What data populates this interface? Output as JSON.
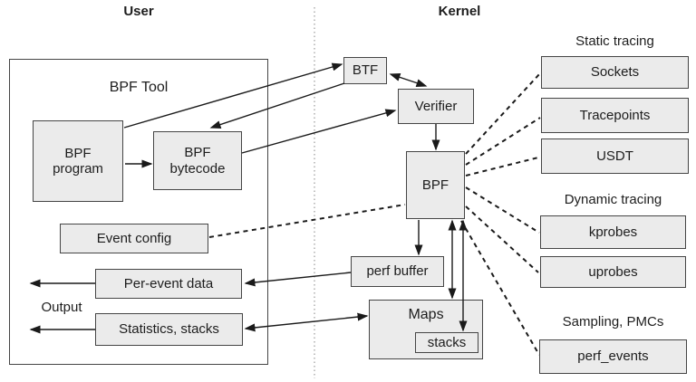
{
  "diagram": {
    "regions": {
      "user_title": "User",
      "kernel_title": "Kernel"
    },
    "user_side": {
      "bpf_tool": "BPF Tool",
      "bpf_program": "BPF program",
      "bpf_bytecode": "BPF bytecode",
      "event_config": "Event config",
      "per_event_data": "Per-event data",
      "output_label": "Output",
      "statistics_stacks": "Statistics, stacks"
    },
    "kernel_side": {
      "btf": "BTF",
      "verifier": "Verifier",
      "bpf": "BPF",
      "perf_buffer": "perf buffer",
      "maps": "Maps",
      "stacks": "stacks"
    },
    "event_sources": {
      "static_tracing_header": "Static tracing",
      "sockets": "Sockets",
      "tracepoints": "Tracepoints",
      "usdt": "USDT",
      "dynamic_tracing_header": "Dynamic tracing",
      "kprobes": "kprobes",
      "uprobes": "uprobes",
      "sampling_header": "Sampling, PMCs",
      "perf_events": "perf_events"
    },
    "colors": {
      "box_fill": "#ebebeb",
      "box_border": "#454545",
      "line": "#1a1a1a",
      "separator": "#9a9a9a",
      "background": "#ffffff"
    }
  }
}
